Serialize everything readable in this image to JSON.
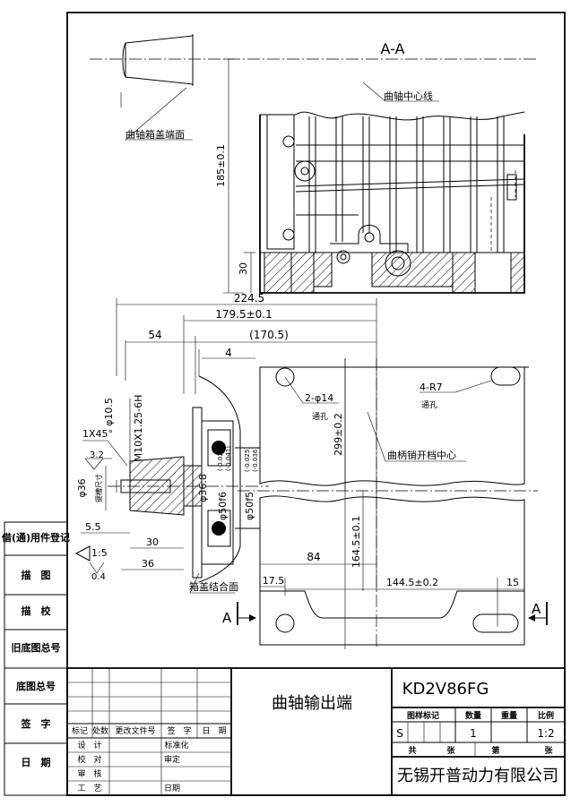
{
  "drawing": {
    "section_label": "A-A",
    "section_marker": "A",
    "part_number": "KD2V86FG",
    "title": "曲轴输出端",
    "company": "无锡开普动力有限公司"
  },
  "annotations": {
    "crank_centerline": "曲轴中心线",
    "crankcase_cover_face": "曲轴箱盖端面",
    "cover_mating_face": "箱盖结合面",
    "handle_pin_center": "曲柄销开档中心",
    "holes_2x14": "2-φ14",
    "holes_4r7": "4-R7",
    "through_1": "通孔",
    "through_2": "通孔",
    "chamfer": "1X45°",
    "roughness": "3.2",
    "taper": "1:5",
    "taper_tol": "0.4",
    "keyway": "键槽尺寸",
    "thread": "M10X1.25-6H"
  },
  "dimensions": {
    "d185": "185±0.1",
    "d30": "30",
    "d224_5": "224.5",
    "d179_5": "179.5±0.1",
    "d54": "54",
    "d170_5": "(170.5)",
    "d4": "4",
    "d299": "299±0.2",
    "d164_5": "164.5±0.1",
    "d84": "84",
    "d17_5": "17.5",
    "d144_5": "144.5±0.2",
    "d15": "15",
    "d5_5": "5.5",
    "dsec30": "30",
    "dsec36": "36",
    "dia10_5": "φ10.5",
    "dia36": "φ36",
    "dia36_8": "φ36.8",
    "dia50f6": "φ50f6",
    "tol_f6_upper": "(-0.025)",
    "tol_f6_lower": "(-0.041)",
    "dia50f5": "φ50f5",
    "tol_f5_upper": "(-0.025)",
    "tol_f5_lower": "(-0.036)"
  },
  "side_table": {
    "rows": [
      "借(通)用件登记",
      "描　图",
      "描　校",
      "旧底图总号",
      "底图总号",
      "签　字",
      "日　期"
    ]
  },
  "title_block": {
    "rev_headers": [
      "标记",
      "处数",
      "更改文件号",
      "签　字",
      "日　期"
    ],
    "left_labels": [
      "设　计",
      "校　对",
      "审　核",
      "工　艺"
    ],
    "mid_labels": [
      "标准化",
      "审定",
      "",
      "日期"
    ],
    "right_headers": [
      "图样标记",
      "数量",
      "重量",
      "比例"
    ],
    "mark": "S",
    "quantity": "1",
    "scale": "1:2",
    "sheet_total": "共",
    "sheet_unit": "张",
    "sheet_no": "第",
    "sheet_unit2": "张"
  }
}
